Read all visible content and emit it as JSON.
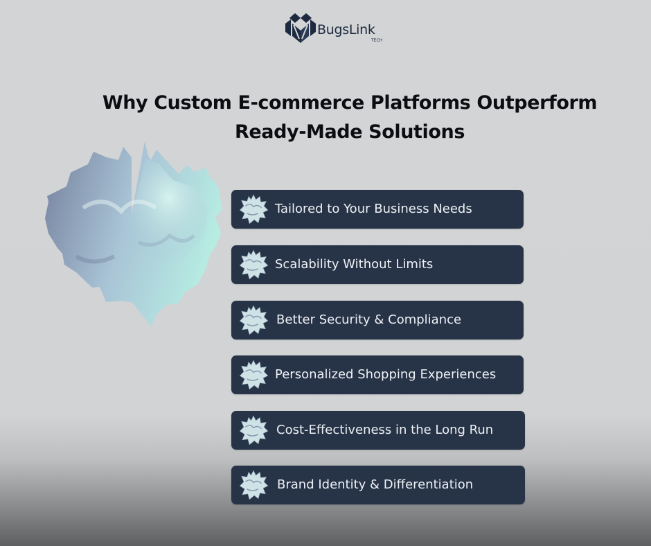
{
  "logo": {
    "brand": "BugsLink",
    "sub": "TECH",
    "icon": "bugslink-logo-icon",
    "color": "#1e2a3f"
  },
  "title_line1": "Why Custom E-commerce Platforms Outperform",
  "title_line2": "Ready-Made Solutions",
  "items": [
    {
      "label": "Tailored to Your Business Needs"
    },
    {
      "label": "Scalability Without Limits"
    },
    {
      "label": "Better Security & Compliance"
    },
    {
      "label": "Personalized Shopping Experiences"
    },
    {
      "label": "Cost-Effectiveness in the Long Run"
    },
    {
      "label": "Brand Identity & Differentiation"
    }
  ],
  "colors": {
    "item_background": "#273447",
    "blob_teal": "#b4ede2",
    "blob_blue": "#7f8ea8"
  }
}
